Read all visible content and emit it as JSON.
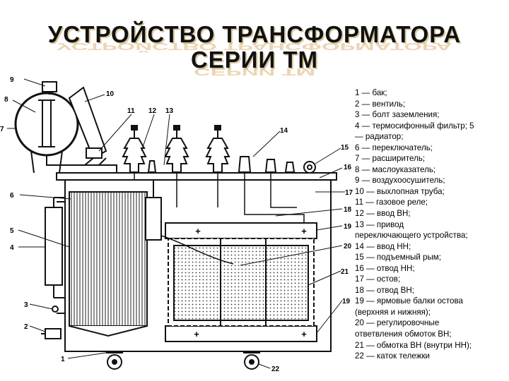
{
  "title": {
    "line1": "УСТРОЙСТВО ТРАНСФОРМАТОРА",
    "line2": "СЕРИИ ТМ"
  },
  "legend": [
    "1 — бак;",
    "2 — вентиль;",
    "3 — болт заземления;",
    "4 — термосифонный фильтр; 5",
    "— радиатор;",
    "6 — переключатель;",
    "7 — расширитель;",
    "8 — маслоуказатель;",
    "9 — воздухоосушитель;",
    "10 — выхлопная труба;",
    "11 — газовое реле;",
    "12 — ввод ВН;",
    "13 — привод",
    "переключающего устройства;",
    "14 — ввод НН;",
    "15 — подъемный рым;",
    "16 — отвод НН;",
    "17 — остов;",
    "18 — отвод ВН;",
    "19 — ярмовые балки остова",
    "(верхняя и нижняя);",
    "20 — регулировочные",
    "ответвления обмоток ВН;",
    "21 — обмотка ВН (внутри НН);",
    "22 — каток тележки"
  ],
  "callouts": [
    "9",
    "8",
    "10",
    "11",
    "12",
    "13",
    "7",
    "14",
    "15",
    "16",
    "6",
    "17",
    "18",
    "19",
    "5",
    "4",
    "20",
    "21",
    "19",
    "3",
    "2",
    "1",
    "22"
  ],
  "core_marks": [
    "+",
    "+",
    "+",
    "+"
  ]
}
